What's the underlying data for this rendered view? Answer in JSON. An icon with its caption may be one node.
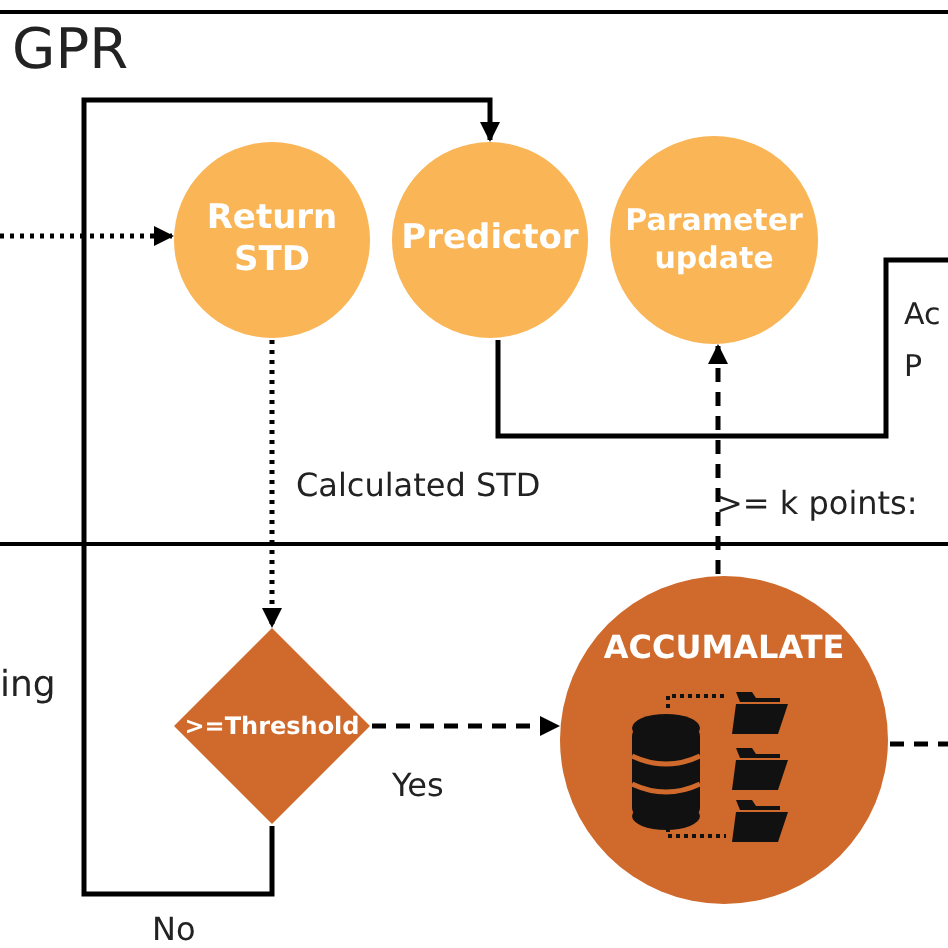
{
  "diagram": {
    "nodes": [
      {
        "text": [
          "Return STD"
        ]
      },
      {
        "text": [
          "Predictor"
        ]
      },
      {
        "text": [
          "Parameter update"
        ]
      },
      {
        "text": [
          ">=Threshold"
        ]
      },
      {
        "text": [
          "ACCUMALATE"
        ]
      }
    ],
    "edges": [
      {
        "from": null,
        "to": 0,
        "arrow": "to",
        "style": "dashed"
      },
      {
        "from": 0,
        "to": 3,
        "arrow": "to",
        "style": "dashed",
        "label": "Calculated STD"
      },
      {
        "from": 3,
        "to": 4,
        "arrow": "to",
        "style": "dashed",
        "label": "Yes"
      },
      {
        "from": 3,
        "to": 1,
        "arrow": "to",
        "label": "No"
      },
      {
        "from": 4,
        "to": 2,
        "arrow": "to",
        "style": "dashed",
        "label": ">= k points:"
      },
      {
        "from": 1,
        "to": null,
        "arrow": "none"
      },
      {
        "from": 4,
        "to": null,
        "arrow": "none",
        "style": "dashed"
      }
    ],
    "labels": [
      "GPR",
      "Ac",
      "P",
      "ing"
    ]
  }
}
